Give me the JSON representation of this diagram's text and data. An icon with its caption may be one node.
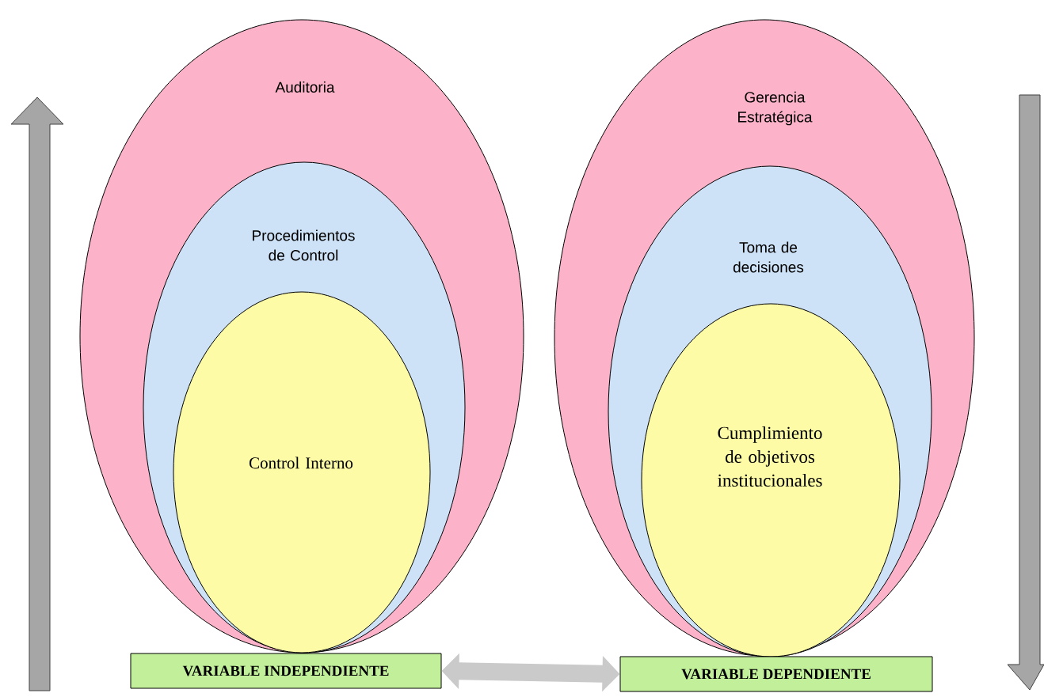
{
  "diagram": {
    "nodes": [
      {
        "text": [
          "Auditoria"
        ]
      },
      {
        "text": [
          "Procedimientos de Control"
        ],
        "in": 0
      },
      {
        "text": [
          "Control Interno"
        ],
        "in": 1
      },
      {
        "text": [
          "Gerencia Estratégica"
        ]
      },
      {
        "text": [
          "Toma de decisiones"
        ],
        "in": 3
      },
      {
        "text": [
          "Cumplimiento de objetivos institucionales"
        ],
        "in": 4
      },
      {
        "text": [
          "VARIABLE INDEPENDIENTE"
        ]
      },
      {
        "text": [
          "VARIABLE DEPENDIENTE"
        ]
      }
    ],
    "edges": [
      {
        "from": 6,
        "to": 7,
        "arrow": "both"
      }
    ]
  }
}
